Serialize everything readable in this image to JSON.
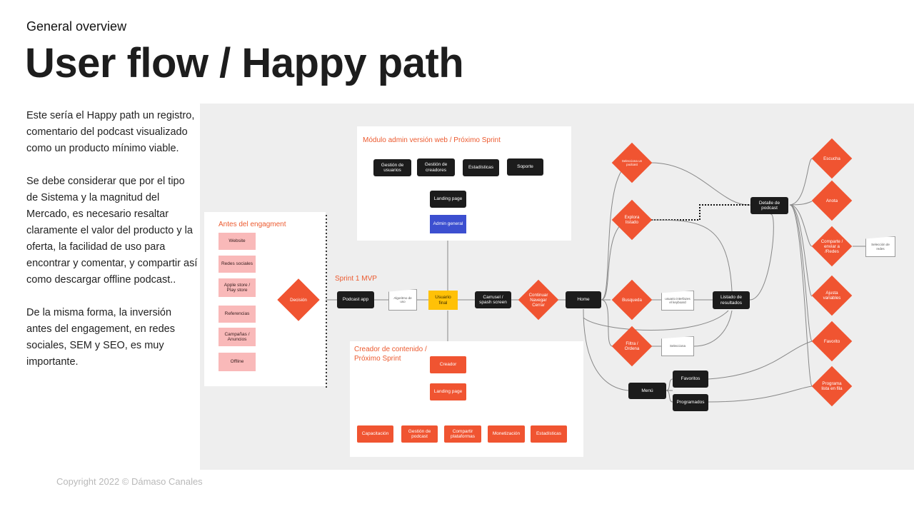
{
  "header": {
    "kicker": "General overview",
    "title": "User flow / Happy path"
  },
  "description": {
    "p1": "Este sería el Happy path un registro, comentario del podcast visualizado como un producto mínimo viable.",
    "p2": "Se debe considerar que por el tipo de Sistema y la magnitud del Mercado, es necesario resaltar claramente el valor del producto y la oferta, la facilidad de uso para encontrar y comentar, y compartir así como descargar offline podcast..",
    "p3": "De la misma forma, la inversión antes del engagement, en redes sociales, SEM y SEO, es muy importante."
  },
  "footer": {
    "copyright": "Copyright  2022 © Dámaso Canales"
  },
  "diagram": {
    "admin_panel": {
      "title": "Módulo admin versión web / Próximo Sprint",
      "gestion_usuarios": "Gestión de usuarios",
      "gestion_creadores": "Gestión de creadores",
      "estadisticas": "Estadísticas",
      "soporte": "Soporte",
      "landing": "Landing page",
      "admin_general": "Admin general"
    },
    "before_panel": {
      "title": "Antes del engagment",
      "website": "Website",
      "redes": "Redes sociales",
      "apple": "Apple store / Play store",
      "referencias": "Referencias",
      "campanas": "Campañas / Anuncios",
      "offline": "Offline"
    },
    "sprint_label": "Sprint 1 MVP",
    "decision": "Decisión",
    "podcast_app": "Podcast app",
    "algoritmo": "Algoritmo de uso",
    "usuario_final": "Usuario final",
    "carrusel": "Carrusel / spash screen",
    "continuar": "Continuar Navegar Cerrar",
    "home": "Home",
    "seleccion_podcast": "Selecciona un podcast",
    "explora": "Explora listado",
    "busqueda": "Busqueda",
    "busqueda_input": "usuario interfazes el keyboard",
    "filtra": "Filtra / Ordena",
    "filtra_input": "Selecciona",
    "listado_resultados": "Listado de resultados",
    "detalle": "Detalle de podcast",
    "menu": "Menú",
    "favoritos": "Favoritos",
    "programados": "Programados",
    "escucha": "Escucha",
    "anota": "Anota",
    "comparte": "Comparte / enviar a /Redes",
    "seleccion_redes": "Selección de redes",
    "ajusta": "Ajusta variables",
    "favorito": "Favorito",
    "programa": "Programa lista en fila",
    "creator_panel": {
      "title": "Creador de contenido / Próximo Sprint",
      "creador": "Creador",
      "landing": "Landing page",
      "capacitacion": "Capacitación",
      "gestion_podcast": "Gestión de podcast",
      "compartir": "Compartir plataformas",
      "monetizacion": "Monetización",
      "estadisticas": "Estadísticas"
    }
  },
  "colors": {
    "orange": "#f05431",
    "dark": "#1c1c1c",
    "pink": "#f9b9b9",
    "blue": "#3c4fd0",
    "yellow": "#ffc107",
    "canvas": "#eeeeee",
    "accent_text": "#ec5a2f"
  }
}
